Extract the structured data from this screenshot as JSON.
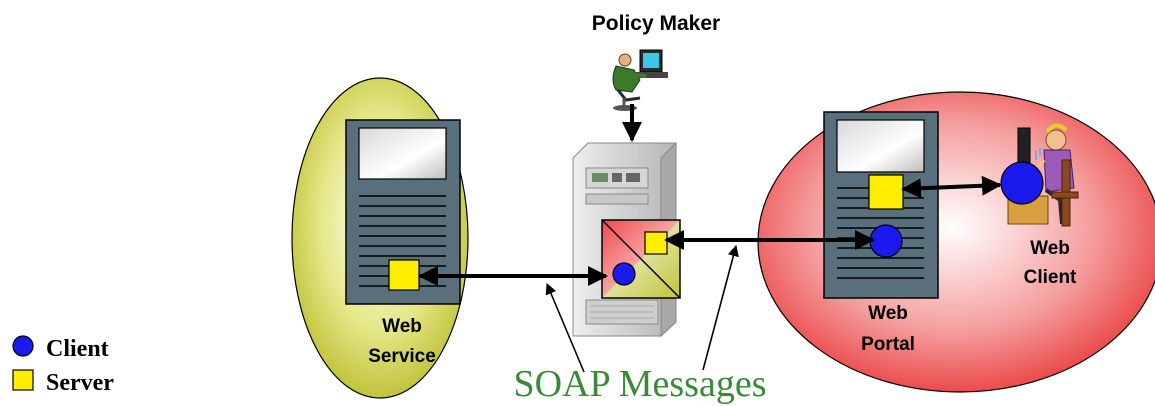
{
  "diagram": {
    "policy_maker_label": "Policy Maker",
    "web_service_label_line1": "Web",
    "web_service_label_line2": "Service",
    "web_portal_label_line1": "Web",
    "web_portal_label_line2": "Portal",
    "web_client_label_line1": "Web",
    "web_client_label_line2": "Client",
    "soap_label": "SOAP Messages"
  },
  "legend": {
    "client_label": "Client",
    "server_label": "Server"
  },
  "colors": {
    "web_service_oval": "#c8cc3a",
    "web_portal_oval": "#ee3a3a",
    "client_circle": "#1a1aee",
    "server_square": "#ffee00",
    "soap_text": "#3a8a3a"
  }
}
